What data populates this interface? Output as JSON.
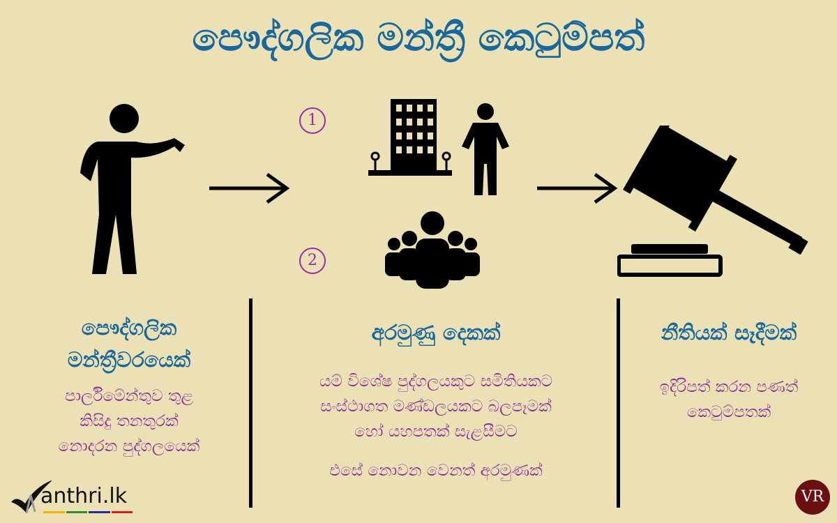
{
  "title": "පෞද්ගලික මන්ත්‍රී කෙටුම්පත්",
  "left": {
    "heading_lines": [
      "පෞද්ගලික",
      "මන්ත්‍රීවරයෙක්"
    ],
    "body_lines": [
      "පාර්ලිමේන්තුව තුළ",
      "කිසිදු තනතුරක්",
      "නොදරන පුද්ගලයෙක්"
    ]
  },
  "middle": {
    "markers": [
      "1",
      "2"
    ],
    "heading": "අරමුණු දෙකක්",
    "body_lines": [
      "යම් විශේෂ පුද්ගලයකුට සමිතියකට",
      "සංස්ථාගත මණ්ඩලයකට බලපෑමක්",
      "හෝ යහපතක් සැළසීමට"
    ],
    "body2": "එසේ නොවන වෙනත් අරමුණක්"
  },
  "right": {
    "heading": "නීතියක් සෑදීමක්",
    "body_lines": [
      "ඉදිරිපත් කරන පණත්",
      "කෙටුම්පතක්"
    ]
  },
  "logo": {
    "text": "anthri.lk",
    "underline_colors": [
      "#f2b100",
      "#2e8b2e",
      "#1d2fa0",
      "#d42020"
    ]
  },
  "badge": {
    "text": "VR"
  }
}
